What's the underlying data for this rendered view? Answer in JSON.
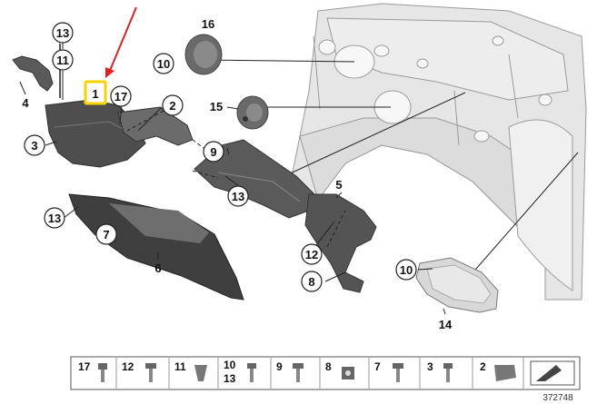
{
  "diagram": {
    "callouts": {
      "c13_top": "13",
      "c11_top": "11",
      "c4": "4",
      "c1": "1",
      "c17": "17",
      "c2": "2",
      "c3": "3",
      "c16": "16",
      "c10_top": "10",
      "c15": "15",
      "c9": "9",
      "c13_mid": "13",
      "c5": "5",
      "c13_left": "13",
      "c7": "7",
      "c6": "6",
      "c12": "12",
      "c8": "8",
      "c10_bot": "10",
      "c14": "14"
    },
    "highlight_color": "#f5d300",
    "arrow_color": "#e02020"
  },
  "legend": {
    "items": [
      {
        "label": "17"
      },
      {
        "label": "12"
      },
      {
        "label": "11"
      },
      {
        "label": "10",
        "label2": "13"
      },
      {
        "label": "9"
      },
      {
        "label": "8"
      },
      {
        "label": "7"
      },
      {
        "label": "3"
      },
      {
        "label": "2"
      }
    ],
    "code": "372748"
  }
}
